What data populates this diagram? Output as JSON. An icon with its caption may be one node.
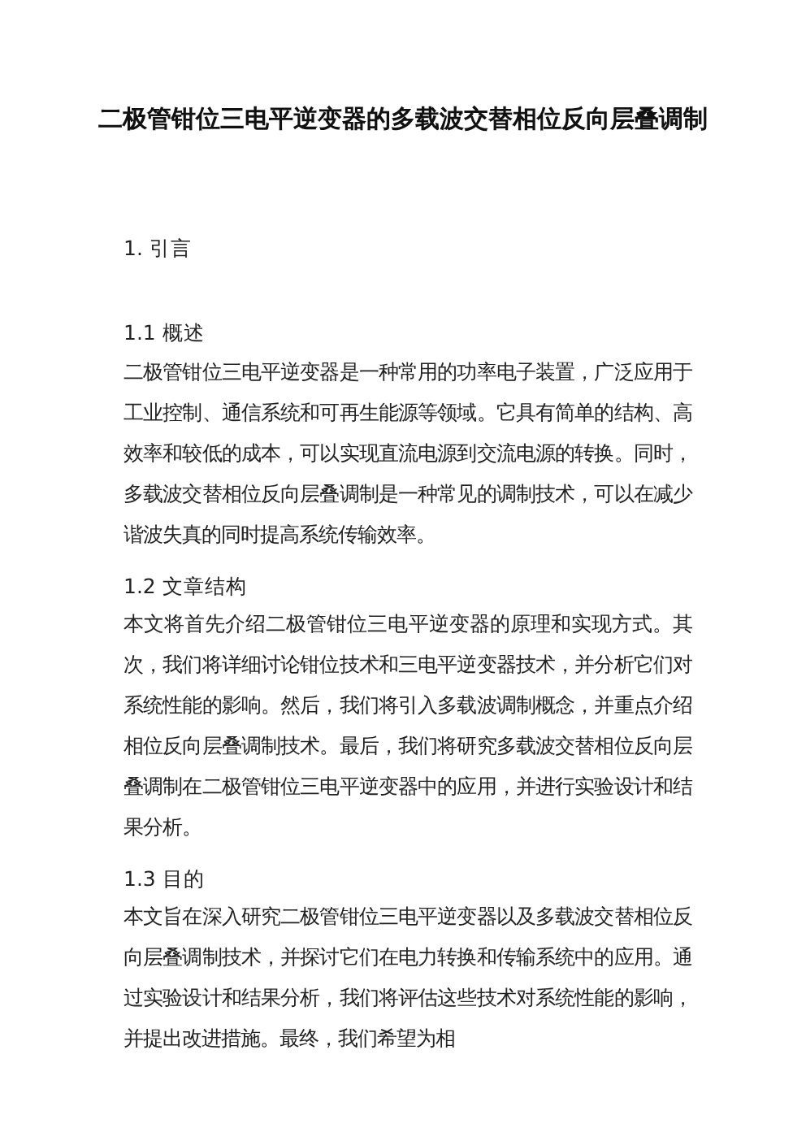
{
  "diagram": {
    "title": "二极管钳位三电平逆变器的多载波交替相位反向层叠调制",
    "labels": [
      "1. 引言",
      "1.1 概述",
      "二极管钳位三电平逆变器是一种常用的功率电子装置，广泛应用于工业控制、通信系统和可再生能源等领域。它具有简单的结构、高效率和较低的成本，可以实现直流电源到交流电源的转换。同时，多载波交替相位反向层叠调制是一种常见的调制技术，可以在减少谐波失真的同时提高系统传输效率。",
      "1.2 文章结构",
      "本文将首先介绍二极管钳位三电平逆变器的原理和实现方式。其次，我们将详细讨论钳位技术和三电平逆变器技术，并分析它们对系统性能的影响。然后，我们将引入多载波调制概念，并重点介绍相位反向层叠调制技术。最后，我们将研究多载波交替相位反向层叠调制在二极管钳位三电平逆变器中的应用，并进行实验设计和结果分析。",
      "1.3 目的",
      "本文旨在深入研究二极管钳位三电平逆变器以及多载波交替相位反向层叠调制技术，并探讨它们在电力转换和传输系统中的应用。通过实验设计和结果分析，我们将评估这些技术对系统性能的影响，并提出改进措施。最终，我们希望为相"
    ]
  }
}
